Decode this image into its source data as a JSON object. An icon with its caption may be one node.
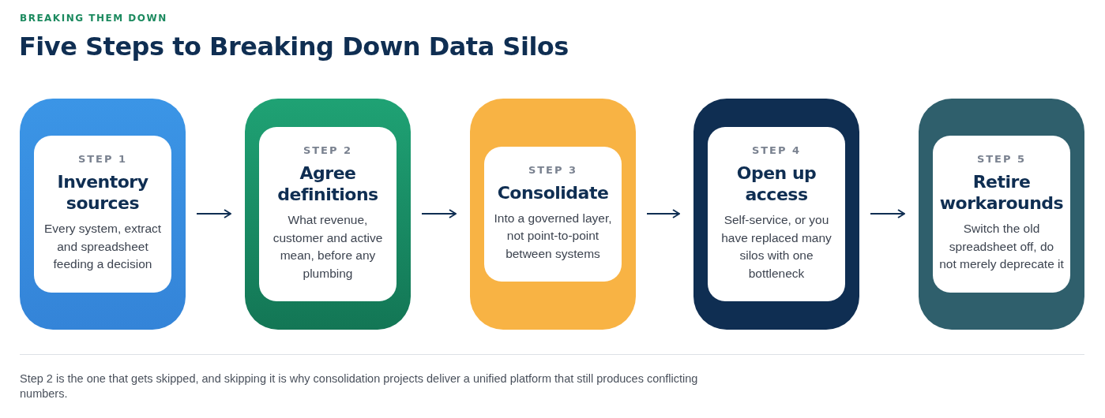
{
  "diagram": {
    "title": "Five Steps to Breaking Down Data Silos",
    "caption": "Step 2 is the one that gets skipped, and skipping it is why consolidation projects deliver a unified platform that still produces conflicting numbers.",
    "labels": [
      "BREAKING THEM DOWN"
    ],
    "nodes": [
      {
        "text": [
          "STEP 1",
          "Inventory sources",
          "Every system, extract and spreadsheet feeding a decision"
        ]
      },
      {
        "text": [
          "STEP 2",
          "Agree definitions",
          "What revenue, customer and active mean, before any plumbing"
        ]
      },
      {
        "text": [
          "STEP 3",
          "Consolidate",
          "Into a governed layer, not point-to-point between systems"
        ]
      },
      {
        "text": [
          "STEP 4",
          "Open up access",
          "Self-service, or you have replaced many silos with one bottleneck"
        ]
      },
      {
        "text": [
          "STEP 5",
          "Retire workarounds",
          "Switch the old spreadsheet off, do not merely deprecate it"
        ]
      }
    ],
    "edges": [
      {
        "from": 0,
        "to": 1,
        "arrow": "to"
      },
      {
        "from": 1,
        "to": 2,
        "arrow": "to"
      },
      {
        "from": 2,
        "to": 3,
        "arrow": "to"
      },
      {
        "from": 3,
        "to": 4,
        "arrow": "to"
      }
    ]
  }
}
